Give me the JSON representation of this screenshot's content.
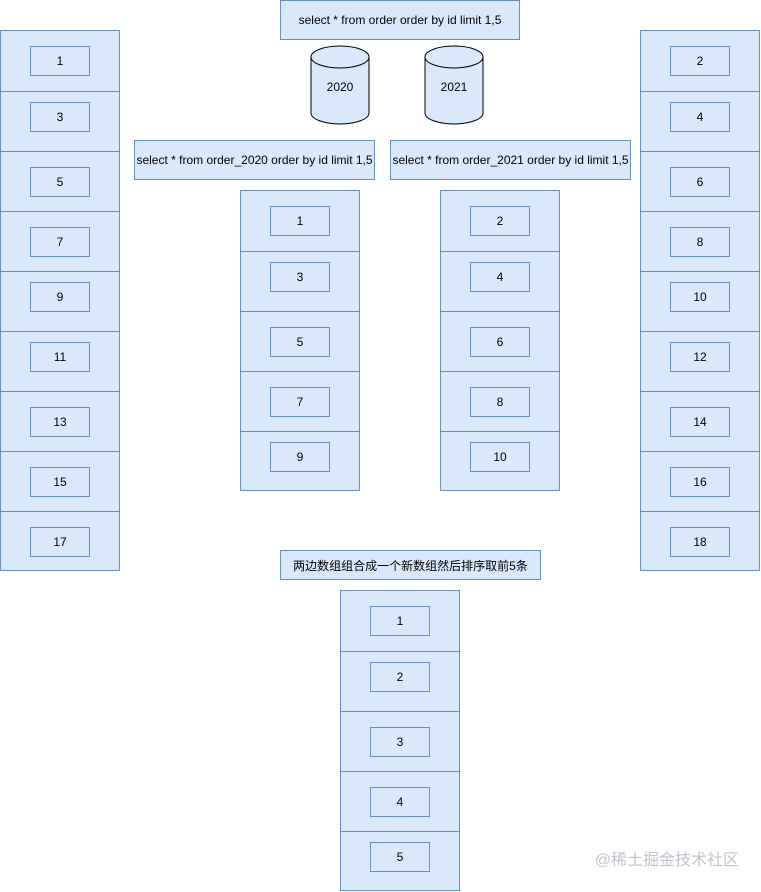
{
  "queries": {
    "top": "select * from order order by id limit 1,5",
    "left": "select * from order_2020 order by id limit 1,5",
    "right": "select * from order_2021 order by id limit 1,5"
  },
  "databases": [
    "2020",
    "2021"
  ],
  "columns": {
    "outer_left": [
      "1",
      "3",
      "5",
      "7",
      "9",
      "11",
      "13",
      "15",
      "17"
    ],
    "outer_right": [
      "2",
      "4",
      "6",
      "8",
      "10",
      "12",
      "14",
      "16",
      "18"
    ],
    "inner_left": [
      "1",
      "3",
      "5",
      "7",
      "9"
    ],
    "inner_right": [
      "2",
      "4",
      "6",
      "8",
      "10"
    ],
    "merged": [
      "1",
      "2",
      "3",
      "4",
      "5"
    ]
  },
  "merge_note": "两边数组组合成一个新数组然后排序取前5条",
  "watermark": "@稀土掘金技术社区"
}
